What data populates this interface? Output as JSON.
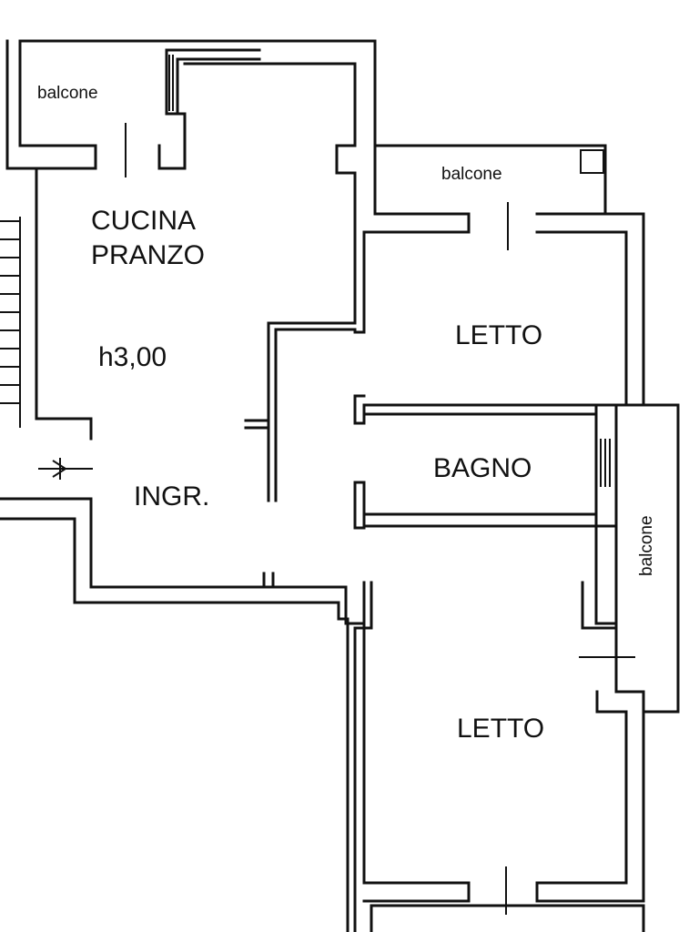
{
  "rooms": {
    "kitchen_line1": "CUCINA",
    "kitchen_line2": "PRANZO",
    "height": "h3,00",
    "entrance": "INGR.",
    "bedroom_upper": "LETTO",
    "bathroom": "BAGNO",
    "bedroom_lower": "LETTO"
  },
  "balconies": {
    "top_left": "balcone",
    "top_right": "balcone",
    "right_side": "balcone"
  },
  "colors": {
    "background": "#ffffff",
    "line": "#111111"
  }
}
